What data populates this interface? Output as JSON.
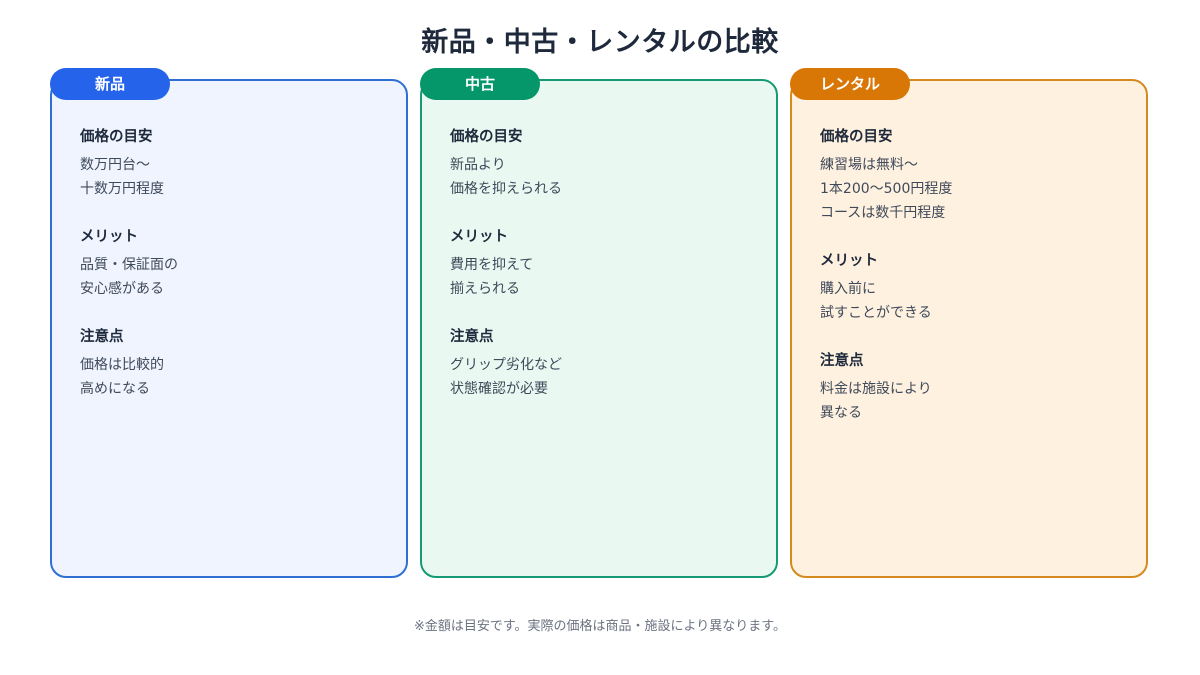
{
  "title": "新品・中古・レンタルの比較",
  "columns": [
    {
      "label": "新品",
      "color": "#2563eb",
      "sections": [
        {
          "heading": "価格の目安",
          "lines": [
            "数万円台〜",
            "十数万円程度"
          ]
        },
        {
          "heading": "メリット",
          "lines": [
            "品質・保証面の",
            "安心感がある"
          ]
        },
        {
          "heading": "注意点",
          "lines": [
            "価格は比較的",
            "高めになる"
          ]
        }
      ]
    },
    {
      "label": "中古",
      "color": "#059669",
      "sections": [
        {
          "heading": "価格の目安",
          "lines": [
            "新品より",
            "価格を抑えられる"
          ]
        },
        {
          "heading": "メリット",
          "lines": [
            "費用を抑えて",
            "揃えられる"
          ]
        },
        {
          "heading": "注意点",
          "lines": [
            "グリップ劣化など",
            "状態確認が必要"
          ]
        }
      ]
    },
    {
      "label": "レンタル",
      "color": "#d97706",
      "sections": [
        {
          "heading": "価格の目安",
          "lines": [
            "練習場は無料〜",
            "1本200〜500円程度",
            "コースは数千円程度"
          ]
        },
        {
          "heading": "メリット",
          "lines": [
            "購入前に",
            "試すことができる"
          ]
        },
        {
          "heading": "注意点",
          "lines": [
            "料金は施設により",
            "異なる"
          ]
        }
      ]
    }
  ],
  "footnote": "※金額は目安です。実際の価格は商品・施設により異なります。"
}
